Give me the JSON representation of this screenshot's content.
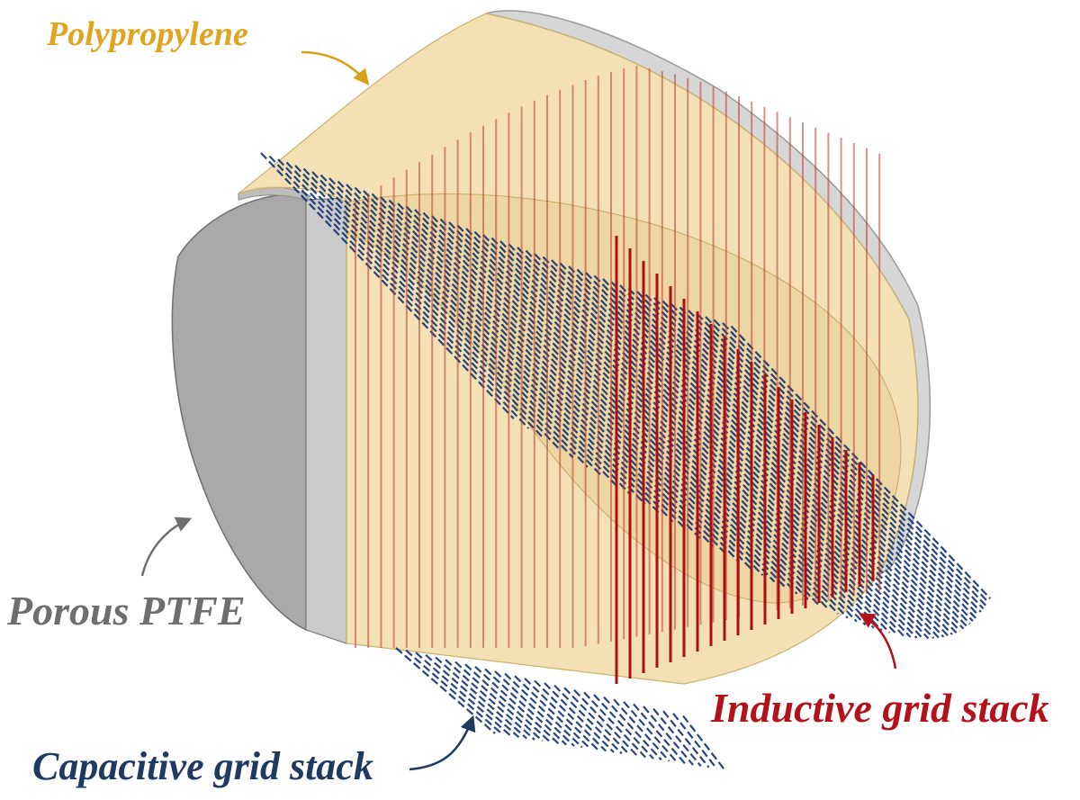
{
  "labels": {
    "polypropylene": "Polypropylene",
    "porous_ptfe": "Porous PTFE",
    "inductive_grid_stack": "Inductive grid stack",
    "capacitive_grid_stack": "Capacitive grid stack"
  },
  "colors": {
    "polypropylene": "#e0a520",
    "porous_ptfe": "#6e6e6e",
    "inductive_grid_stack": "#b4121a",
    "capacitive_grid_stack": "#1f3a60",
    "polypropylene_fill": "#efd9a0",
    "ptfe_face": "#a9a9a9",
    "ptfe_rim": "#cbcbcb",
    "inductive_wire": "#c0392b",
    "inductive_wire_front": "#b00d12",
    "capacitive_dash": "#0d3270"
  }
}
